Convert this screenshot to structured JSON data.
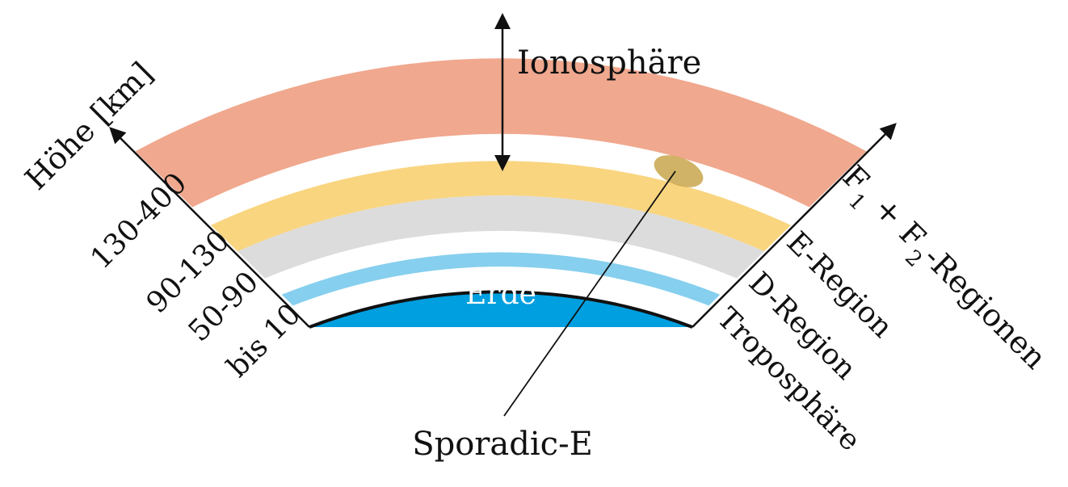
{
  "diagram": {
    "title": "Ionosphäre",
    "earth_label": "Erde",
    "axis_label": "Höhe [km]",
    "sporadic_label": "Sporadic-E",
    "altitudes": {
      "f_region": "130-400",
      "e_region": "90-130",
      "d_region": "50-90",
      "troposphere": "bis 10"
    },
    "regions": {
      "f_region_prefix": "F",
      "f_region_sub1": "1",
      "f_region_plus": " + F",
      "f_region_sub2": "2",
      "f_region_suffix": "-Regionen",
      "e_region": "E-Region",
      "d_region": "D-Region",
      "troposphere": "Troposphäre"
    }
  },
  "colors": {
    "f_region": "#f0a88e",
    "e_region": "#f9d580",
    "d_region": "#dcdcdc",
    "troposphere": "#86cfee",
    "earth": "#009fdf",
    "sporadic_patch": "#c9a64c",
    "ink": "#111111"
  }
}
